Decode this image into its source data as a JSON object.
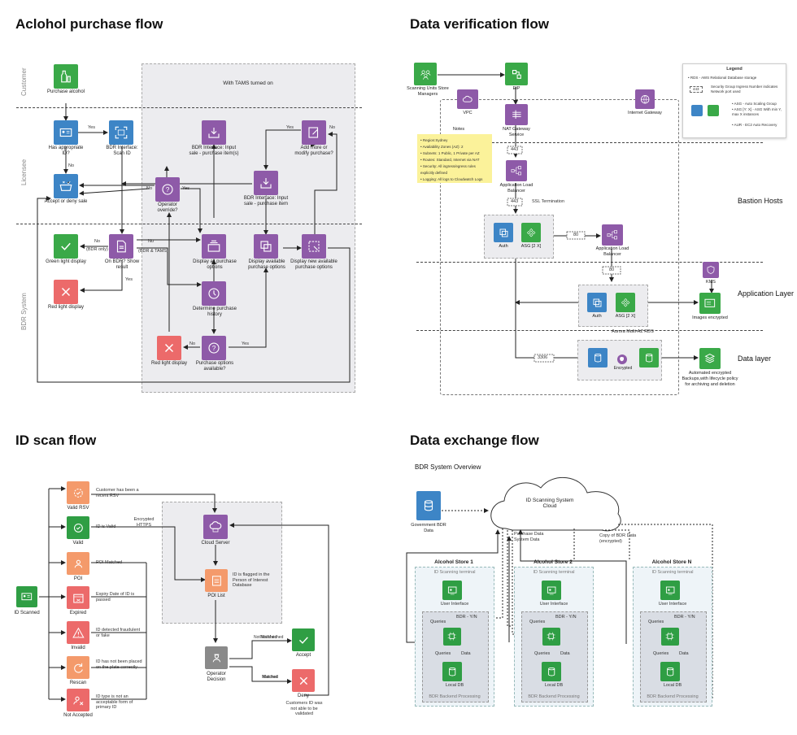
{
  "titles": {
    "alcohol": "Aclohol purchase flow",
    "verification": "Data verification flow",
    "idscan": "ID scan flow",
    "exchange": "Data exchange flow"
  },
  "alcohol": {
    "lanes": [
      "Customer",
      "Licensee",
      "BDR System"
    ],
    "tams": "With TAMS turned on",
    "nodes": {
      "purchase": "Purchase alcohol",
      "has_id": "Has appropriate ID?",
      "scan_id": "BDR Interface: Scan ID",
      "accept": "Accept or deny sale",
      "operator": "Operator override?",
      "input1": "BDR Interface: Input sale - purchase item(s)",
      "input2": "BDR Interface: Input sale - purchase item",
      "addmore": "Add more or modify purchase?",
      "green": "Green light display",
      "onbdr": "On BDR? Show result",
      "displayall": "Display all purchase options",
      "displayavail": "Display available purchase options",
      "displaynew": "Display new available purchase options",
      "red1": "Red light display",
      "determine": "Determine purchase history",
      "red2": "Red light display",
      "avail": "Purchase options available?"
    },
    "labels": {
      "yes": "Yes",
      "no": "No",
      "bdr_only": "(BDR only)",
      "bdr_tams": "(BDR & TAMS)"
    }
  },
  "verification": {
    "scanning": "Scanning Units Store Managers",
    "eip": "EIP",
    "vpc": "VPC",
    "nat": "NAT Gateway Service",
    "igw": "Internet Gateway",
    "notes_title": "Notes",
    "notes": [
      "• Region:Sydney",
      "• Availability Zones (AZ): 2",
      "• Subnets: 1 Public, 1 Private per AZ",
      "• Routes: Standard, Internet via NAT",
      "• Security: All ingress/egress rules explicitly defined",
      "• Logging: All logs to Cloudwatch Logs"
    ],
    "alb1": "Application Load Balancer",
    "alb2": "Application Load Balancer",
    "ssl": "SSL Termination",
    "auth": "Auth",
    "asg": "ASG [2 X]",
    "kms": "KMS",
    "images": "Images encrypted",
    "aurora": "Aurora Multi-AZ RDS",
    "encrypted": "Encrypted",
    "backups": "Automated encrypted Backups,with lifecycle policy for archiving and deletion",
    "ports": {
      "p443a": "443",
      "p443b": "443",
      "p80a": "80",
      "p80b": "80",
      "p3306": "3306"
    },
    "layers": [
      "Bastion Hosts",
      "Application Layer",
      "Data layer"
    ],
    "legend": {
      "title": "Legend",
      "rds": "• RDS - AWS Relational Database storage",
      "sg": "Security Group Ingress Number indicates Network port used",
      "sgport": "443",
      "asg": "• ASG - Auto Scaling Group",
      "asgx": "• ASG [Y: X] - ASG With min Y, max X instances",
      "aur": "• AUR - EC2 Auto Recovery"
    }
  },
  "idscan": {
    "scanned": "ID Scanned",
    "items": [
      {
        "label": "Valid RSV",
        "desc": "Customer has been a recent RSV"
      },
      {
        "label": "Valid",
        "desc": "ID is Valid"
      },
      {
        "label": "POI",
        "desc": "POI Matched"
      },
      {
        "label": "Expired",
        "desc": "Expiry Date of ID is passed"
      },
      {
        "label": "Invalid",
        "desc": "ID detected fraudulent or fake"
      },
      {
        "label": "Rescan",
        "desc": "ID has not been placed on the plate correctly"
      },
      {
        "label": "Not Accepted",
        "desc": "ID type is not an acceptable form of primary ID"
      }
    ],
    "encrypted": "Encrypted HTTPS",
    "cloud": "Cloud Server",
    "poilist": "POI List",
    "flagged": "ID is flagged in the Person of Interest Database",
    "decision": "Operator Decision",
    "notmatched": "Not Matched",
    "matched": "Matched",
    "accept": "Accept",
    "deny": "Deny",
    "denydesc": "Customers ID was not able to be validated"
  },
  "exchange": {
    "overview": "BDR System Overview",
    "cloud": "ID Scanning System Cloud",
    "gov": "Government BDR Data",
    "purchase": "Purchase Data System Data",
    "copy": "Copy of BDR Data (encrypted)",
    "stores": [
      {
        "name": "Alcohol Store 1"
      },
      {
        "name": "Alcohol Store 2"
      },
      {
        "name": "Alcohol Store N"
      }
    ],
    "terminal": "ID Scanning terminal",
    "ui": "User Interface",
    "bdryn": "BDR - Y/N",
    "queries": "Queries",
    "cpu": "CPU",
    "data": "Data",
    "localdb": "Local DB",
    "backend": "BDR Backend Processing"
  },
  "colors": {
    "blue": "#3d85c6",
    "purple": "#8e5aa8",
    "green": "#3aa948",
    "red": "#ec6a6a",
    "orange": "#f49a6b"
  }
}
